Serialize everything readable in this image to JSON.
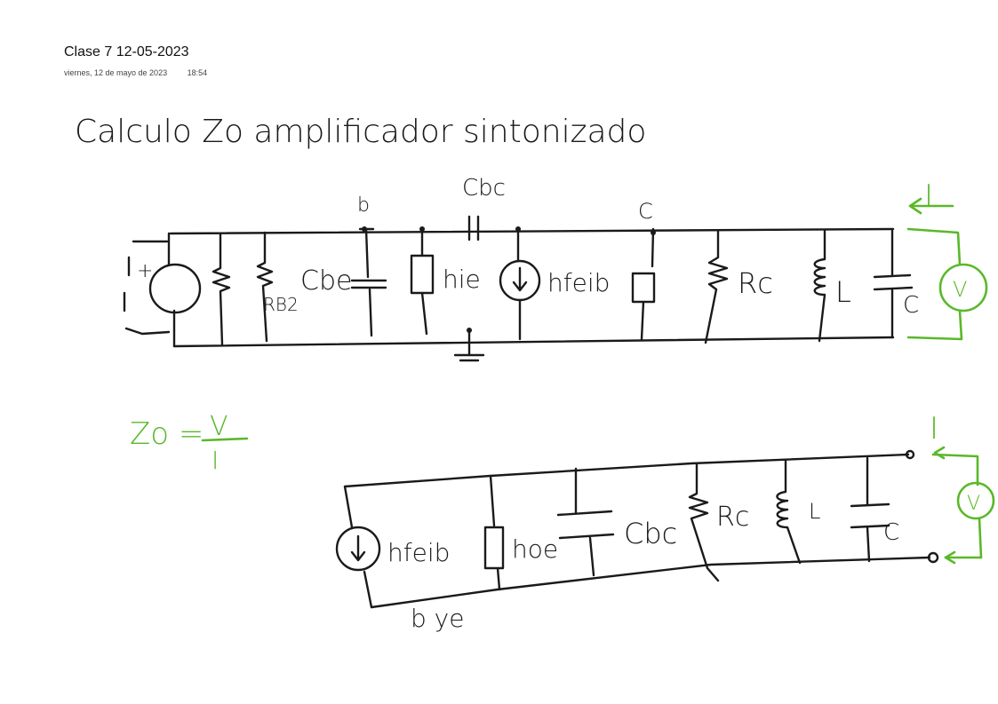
{
  "note": {
    "title": "Clase 7 12-05-2023",
    "date": "viernes, 12 de mayo de 2023",
    "time": "18:54"
  },
  "heading": "Calculo Zo amplificador sintonizado",
  "circuit_top": {
    "node_b": "b",
    "node_c": "C",
    "cap_bc": "Cbc",
    "cap_be": "Cbe",
    "rb2": "RB2",
    "hie": "hie",
    "source": "hfeib",
    "rc": "Rc",
    "inductor": "L",
    "cap": "C",
    "source_plus": "+",
    "test_current": "I",
    "test_voltage": "V"
  },
  "formula": {
    "lhs": "Zo =",
    "numerator": "V",
    "denominator": "I"
  },
  "circuit_bottom": {
    "source": "hfeib",
    "hoe": "hoe",
    "cap_bc": "Cbc",
    "rc": "Rc",
    "inductor": "L",
    "cap": "C",
    "label_below": "b ye",
    "test_current": "I",
    "test_voltage": "V"
  },
  "colors": {
    "ink": "#1a1a1a",
    "highlight": "#5ab82a"
  }
}
